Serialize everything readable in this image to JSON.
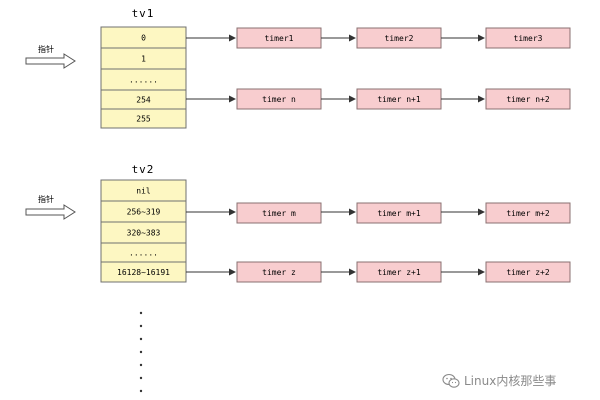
{
  "colors": {
    "cell_fill": "#fdf7c2",
    "cell_stroke": "#707070",
    "timer_fill": "#f8cdcf",
    "timer_stroke": "#8a7070",
    "arrow": "#333333",
    "pointer_fill": "#ffffff",
    "pointer_stroke": "#555555"
  },
  "tv1": {
    "title": "tv1",
    "pointer_label": "指针",
    "cells": [
      "0",
      "1",
      "......",
      "254",
      "255"
    ],
    "rows": [
      {
        "cell_index": 0,
        "timers": [
          "timer1",
          "timer2",
          "timer3"
        ]
      },
      {
        "cell_index": 3,
        "timers": [
          "timer n",
          "timer n+1",
          "timer n+2"
        ]
      }
    ]
  },
  "tv2": {
    "title": "tv2",
    "pointer_label": "指针",
    "cells": [
      "nil",
      "256~319",
      "320~383",
      "......",
      "16128~16191"
    ],
    "rows": [
      {
        "cell_index": 1,
        "timers": [
          "timer m",
          "timer m+1",
          "timer m+2"
        ]
      },
      {
        "cell_index": 4,
        "timers": [
          "timer z",
          "timer z+1",
          "timer z+2"
        ]
      }
    ]
  },
  "ellipsis_dots": 7,
  "watermark": {
    "text": "Linux内核那些事",
    "icon": "wechat-icon"
  }
}
